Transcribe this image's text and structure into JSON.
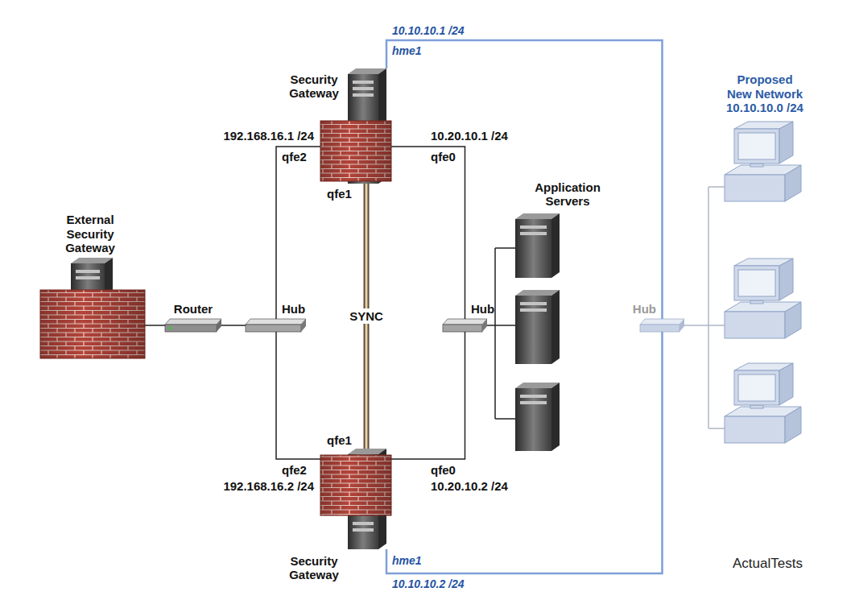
{
  "diagram": {
    "nodes": [
      {
        "text": [
          "External Security Gateway"
        ]
      },
      {
        "text": [
          "Router"
        ]
      },
      {
        "text": [
          "Hub"
        ]
      },
      {
        "text": [
          "Security Gateway"
        ]
      },
      {
        "text": [
          "Hub"
        ]
      },
      {
        "text": [
          "Application Servers"
        ]
      },
      {
        "text": [
          "Security Gateway"
        ]
      },
      {
        "text": [
          "Hub"
        ]
      },
      {
        "text": [
          "Proposed New Network",
          "10.10.10.0 /24"
        ]
      }
    ],
    "edges": [
      {
        "from": 0,
        "to": 1,
        "arrow": "none"
      },
      {
        "from": 1,
        "to": 2,
        "arrow": "none"
      },
      {
        "from": 2,
        "to": 3,
        "arrow": "none"
      },
      {
        "from": 2,
        "to": 6,
        "arrow": "none"
      },
      {
        "from": 3,
        "to": 6,
        "label": "SYNC",
        "arrow": "none"
      },
      {
        "from": 3,
        "to": 4,
        "arrow": "none"
      },
      {
        "from": 6,
        "to": 4,
        "arrow": "none"
      },
      {
        "from": 4,
        "to": 5,
        "arrow": "none"
      },
      {
        "from": 3,
        "to": 7,
        "arrow": "none"
      },
      {
        "from": 6,
        "to": 7,
        "arrow": "none"
      },
      {
        "from": 7,
        "to": 8,
        "arrow": "none"
      }
    ],
    "labels": [
      "10.10.10.1 /24",
      "hme1",
      "192.168.16.1 /24",
      "qfe2",
      "10.20.10.1 /24",
      "qfe0",
      "qfe1",
      "qfe1",
      "qfe2",
      "192.168.16.2 /24",
      "qfe0",
      "10.20.10.2 /24",
      "hme1",
      "10.10.10.2 /24",
      "ActualTests"
    ]
  }
}
